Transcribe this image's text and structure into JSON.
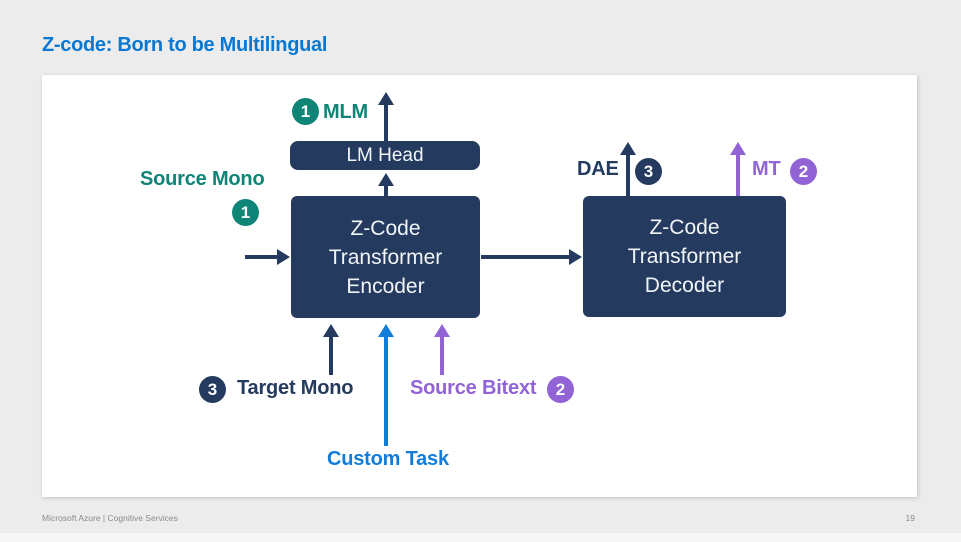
{
  "colors": {
    "navy": "#243A5E",
    "teal": "#0E8577",
    "purple": "#9163D4",
    "blue": "#117DD9",
    "title_blue": "#0878D4",
    "page_bg": "#ECECEC",
    "panel_bg": "#FFFFFF",
    "footer_gray": "#8A8A8A",
    "box_text": "#F2F5F8"
  },
  "header": {
    "title": "Z-code: Born to be Multilingual"
  },
  "diagram": {
    "lm_head": {
      "label": "LM Head"
    },
    "encoder": {
      "lines": [
        "Z-Code",
        "Transformer",
        "Encoder"
      ]
    },
    "decoder": {
      "lines": [
        "Z-Code",
        "Transformer",
        "Decoder"
      ]
    },
    "labels": {
      "mlm": {
        "badge": "1",
        "text": "MLM"
      },
      "source_mono": {
        "badge": "1",
        "text": "Source Mono"
      },
      "dae": {
        "badge": "3",
        "text": "DAE"
      },
      "mt": {
        "badge": "2",
        "text": "MT"
      },
      "target_mono": {
        "badge": "3",
        "text": "Target Mono"
      },
      "source_bitext": {
        "badge": "2",
        "text": "Source Bitext"
      },
      "custom_task": {
        "text": "Custom Task"
      }
    }
  },
  "footer": {
    "left": "Microsoft Azure | Cognitive Services",
    "page_number": "19"
  }
}
